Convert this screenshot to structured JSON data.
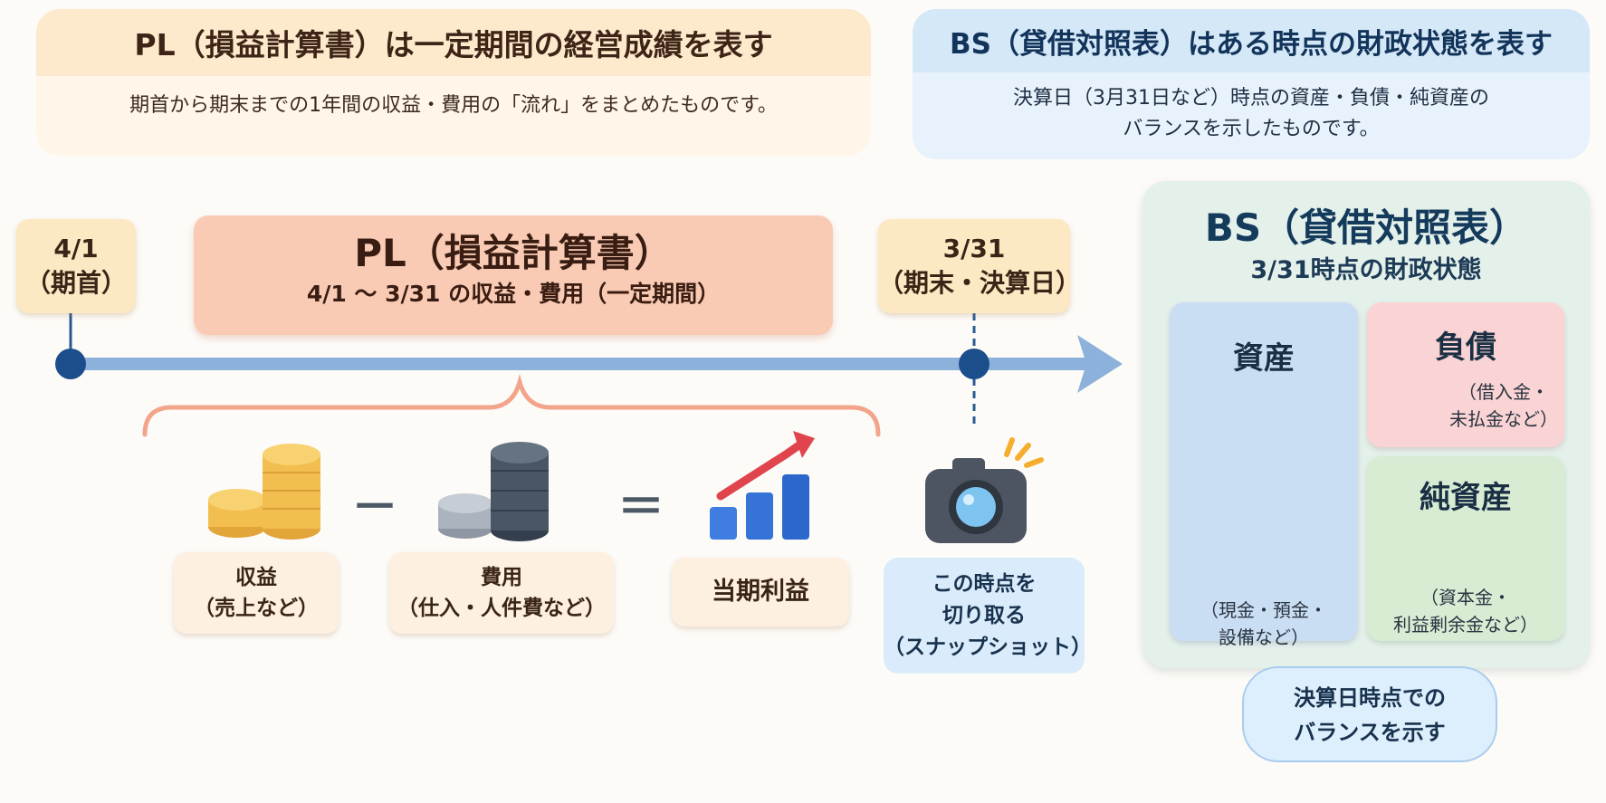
{
  "pl_header": {
    "title": "PL（損益計算書）は一定期間の経営成績を表す",
    "desc": "期首から期末までの1年間の収益・費用の「流れ」をまとめたものです。"
  },
  "bs_header": {
    "title": "BS（貸借対照表）はある時点の財政状態を表す",
    "desc_line1": "決算日（3月31日など）時点の資産・負債・純資産の",
    "desc_line2": "バランスを示したものです。"
  },
  "timeline": {
    "start_date": "4/1",
    "start_label": "（期首）",
    "end_date": "3/31",
    "end_label": "（期末・決算日）",
    "pl_title": "PL（損益計算書）",
    "pl_period": "4/1 ～ 3/31 の収益・費用（一定期間）"
  },
  "equation": {
    "revenue_line1": "収益",
    "revenue_line2": "（売上など）",
    "minus": "－",
    "expense_line1": "費用",
    "expense_line2": "（仕入・人件費など）",
    "equals": "＝",
    "profit": "当期利益"
  },
  "snapshot": {
    "line1": "この時点を",
    "line2": "切り取る",
    "line3": "（スナップショット）"
  },
  "bs": {
    "title": "BS（貸借対照表）",
    "subtitle": "3/31時点の財政状態",
    "assets_title": "資産",
    "assets_note1": "（現金・預金・",
    "assets_note2": "設備など）",
    "liab_title": "負債",
    "liab_note1": "（借入金・",
    "liab_note2": "未払金など）",
    "equity_title": "純資産",
    "equity_note1": "（資本金・",
    "equity_note2": "利益剰余金など）",
    "bubble_line1": "決算日時点での",
    "bubble_line2": "バランスを示す"
  },
  "icons": [
    "coins-icon",
    "dark-coins-icon",
    "growth-chart-icon",
    "camera-icon",
    "house-icon",
    "laptop-icon",
    "document-icon",
    "sprout-icon"
  ]
}
